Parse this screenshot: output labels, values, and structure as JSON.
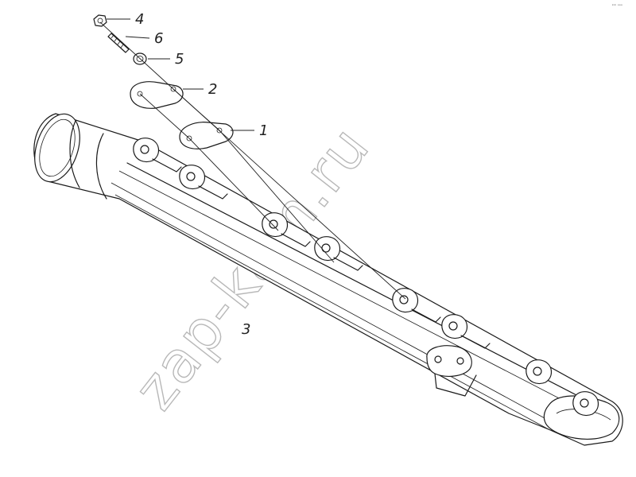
{
  "drawing": {
    "callouts": [
      {
        "id": "4",
        "label": "4"
      },
      {
        "id": "6",
        "label": "6"
      },
      {
        "id": "5",
        "label": "5"
      },
      {
        "id": "2",
        "label": "2"
      },
      {
        "id": "1",
        "label": "1"
      },
      {
        "id": "3",
        "label": "3"
      }
    ],
    "watermark": "zap-kam.ru",
    "corner_mark": "ᵏᵐ ᵒᵒᵒ"
  }
}
